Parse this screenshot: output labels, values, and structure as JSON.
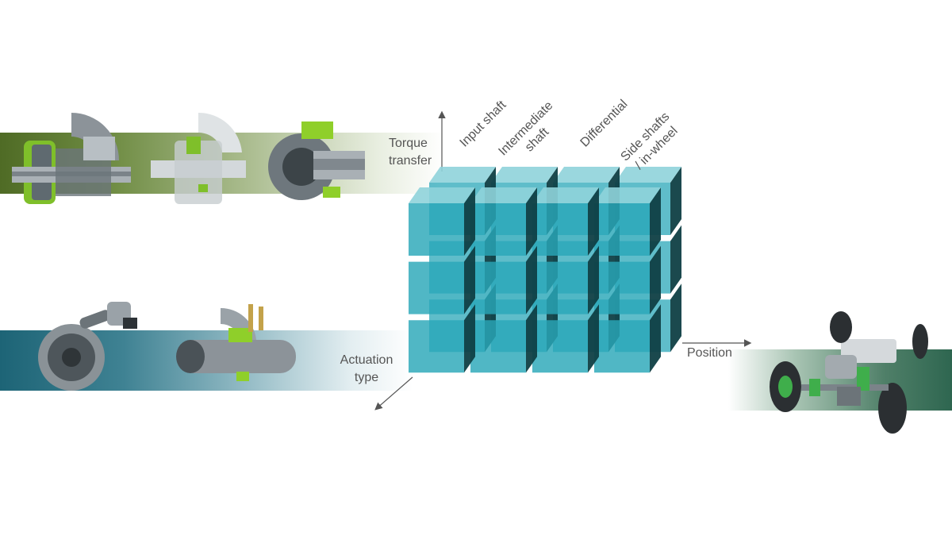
{
  "axes": {
    "torque_transfer": "Torque\ntransfer",
    "actuation_type": "Actuation\ntype",
    "position": "Position"
  },
  "columns": [
    "Input shaft",
    "Intermediate\nshaft",
    "Differential",
    "Side shafts\n/ in-wheel"
  ],
  "grid": {
    "columns": 4,
    "rows": 3,
    "layers": 2
  },
  "colors": {
    "cube_front": "#2aa7b8",
    "cube_top": "#8fd3da",
    "cube_side": "#0f3f45",
    "green_band": "#5a7a2e",
    "teal_band": "#1d6476",
    "accent_green": "#8fcf2a",
    "metal": "#9aa2a8"
  },
  "icons": {
    "component_1": "clutch-cutaway-icon",
    "component_2": "ghosted-clutch-icon",
    "component_3": "coupling-cutaway-icon",
    "component_4": "electric-actuator-icon",
    "component_5": "hydraulic-actuator-icon",
    "component_6": "vehicle-drivetrain-icon"
  }
}
